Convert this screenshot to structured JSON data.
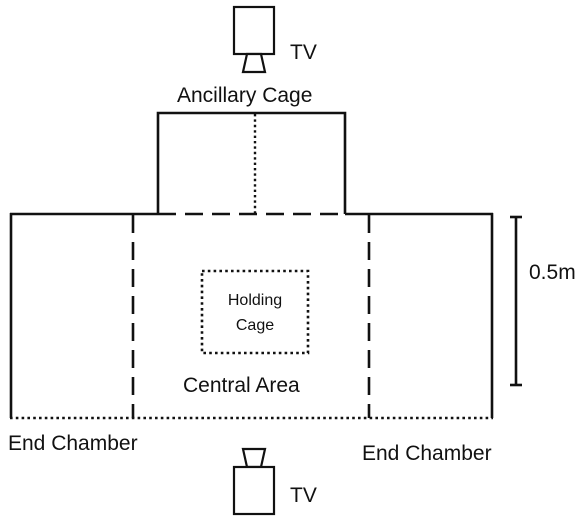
{
  "labels": {
    "tv_top": "TV",
    "ancillary_cage": "Ancillary Cage",
    "holding_cage_line1": "Holding",
    "holding_cage_line2": "Cage",
    "central_area": "Central Area",
    "scale": "0.5m",
    "end_chamber_left": "End Chamber",
    "end_chamber_right": "End Chamber",
    "tv_bottom": "TV"
  },
  "icons": {
    "top_camera": "camera-icon",
    "bottom_camera": "camera-icon"
  },
  "colors": {
    "line": "#111111",
    "background": "#ffffff"
  }
}
